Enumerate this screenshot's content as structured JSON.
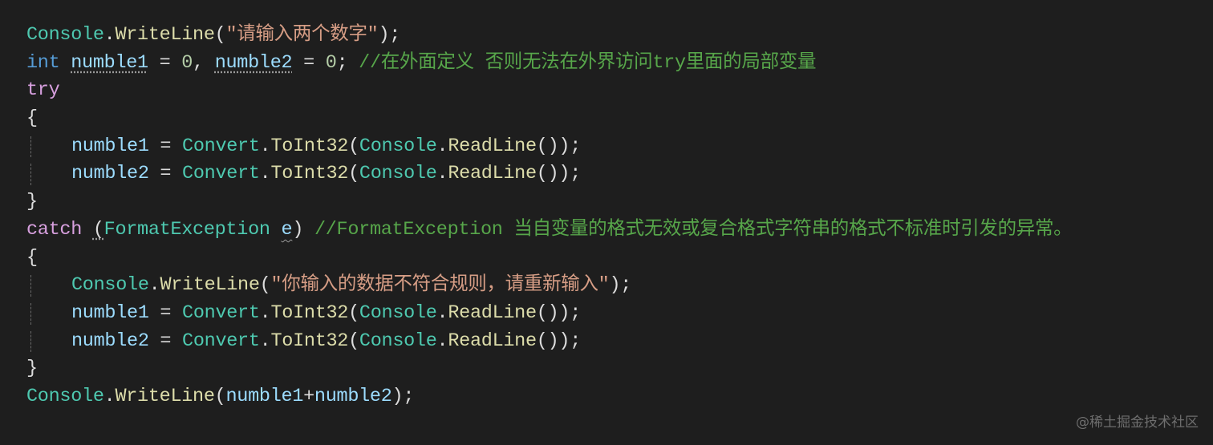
{
  "code": {
    "line1": {
      "type": "Console",
      "dot": ".",
      "method": "WriteLine",
      "open": "(",
      "string": "\"请输入两个数字\"",
      "close": ");"
    },
    "line2": {
      "kw": "int",
      "sp": " ",
      "var1": "numble1",
      "eq1": " = ",
      "n1": "0",
      "comma": ", ",
      "var2": "numble2",
      "eq2": " = ",
      "n2": "0",
      "semi": "; ",
      "comment": "//在外面定义 否则无法在外界访问try里面的局部变量"
    },
    "line3": {
      "kw": "try"
    },
    "line4": {
      "brace": "{"
    },
    "line5": {
      "var": "numble1",
      "eq": " = ",
      "type1": "Convert",
      "dot1": ".",
      "method1": "ToInt32",
      "open": "(",
      "type2": "Console",
      "dot2": ".",
      "method2": "ReadLine",
      "close": "());"
    },
    "line6": {
      "var": "numble2",
      "eq": " = ",
      "type1": "Convert",
      "dot1": ".",
      "method1": "ToInt32",
      "open": "(",
      "type2": "Console",
      "dot2": ".",
      "method2": "ReadLine",
      "close": "());"
    },
    "line7": {
      "brace": "}"
    },
    "line8": {
      "kw": "catch",
      "sp": " ",
      "open": "(",
      "type": "FormatException",
      "sp2": " ",
      "var": "e",
      "close": ")",
      "sp3": " ",
      "comment": "//FormatException 当自变量的格式无效或复合格式字符串的格式不标准时引发的异常。"
    },
    "line9": {
      "brace": "{"
    },
    "line10": {
      "type": "Console",
      "dot": ".",
      "method": "WriteLine",
      "open": "(",
      "string": "\"你输入的数据不符合规则，请重新输入\"",
      "close": ");"
    },
    "line11": {
      "var": "numble1",
      "eq": " = ",
      "type1": "Convert",
      "dot1": ".",
      "method1": "ToInt32",
      "open": "(",
      "type2": "Console",
      "dot2": ".",
      "method2": "ReadLine",
      "close": "());"
    },
    "line12": {
      "var": "numble2",
      "eq": " = ",
      "type1": "Convert",
      "dot1": ".",
      "method1": "ToInt32",
      "open": "(",
      "type2": "Console",
      "dot2": ".",
      "method2": "ReadLine",
      "close": "());"
    },
    "line13": {
      "brace": "}"
    },
    "line14": {
      "type": "Console",
      "dot": ".",
      "method": "WriteLine",
      "open": "(",
      "var1": "numble1",
      "plus": "+",
      "var2": "numble2",
      "close": ");"
    }
  },
  "watermark": "@稀土掘金技术社区",
  "colors": {
    "background": "#1e1e1e",
    "keyword": "#569cd6",
    "control": "#d8a0df",
    "type": "#4ec9b0",
    "method": "#dcdcaa",
    "variable": "#9cdcfe",
    "string": "#d69d85",
    "number": "#b5cea8",
    "comment": "#57a64a"
  }
}
